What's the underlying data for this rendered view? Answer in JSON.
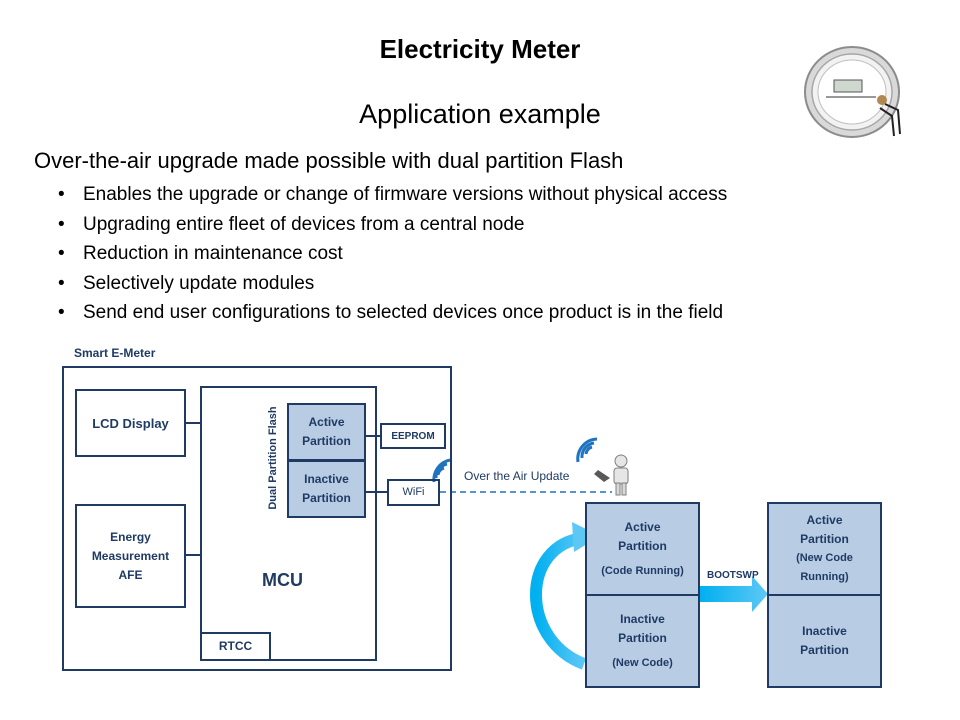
{
  "slide": {
    "title": "Electricity Meter",
    "subtitle": "Application example",
    "heading": "Over-the-air upgrade made possible with dual partition Flash",
    "bullets": [
      "Enables the upgrade or change of firmware versions without physical access",
      "Upgrading entire fleet of devices from a central node",
      "Reduction in maintenance cost",
      "Selectively update modules",
      "Send end user configurations to selected devices once product is in the field"
    ]
  },
  "diagram": {
    "meter_title": "Smart E-Meter",
    "lcd": "LCD Display",
    "afe": [
      "Energy",
      "Measurement",
      "AFE"
    ],
    "mcu": "MCU",
    "rtcc": "RTCC",
    "flash_label": "Dual Partition Flash",
    "active_partition": [
      "Active",
      "Partition"
    ],
    "inactive_partition": [
      "Inactive",
      "Partition"
    ],
    "eeprom": "EEPROM",
    "wifi": "WiFi",
    "ota": "Over the Air Update",
    "left_active": [
      "Active",
      "Partition",
      "(Code Running)"
    ],
    "left_inactive": [
      "Inactive",
      "Partition",
      "(New Code)"
    ],
    "bootswp": "BOOTSWP",
    "right_active": [
      "Active",
      "Partition",
      "(New Code",
      "Running)"
    ],
    "right_inactive": [
      "Inactive",
      "Partition"
    ]
  },
  "colors": {
    "navy": "#1f3b64",
    "partition_fill": "#b8cce4",
    "arrow_blue": "#00b0f0",
    "wifi_blue": "#1f74c0"
  },
  "icons": [
    "electricity-meter-icon",
    "wifi-signal-icon",
    "person-with-laptop-icon"
  ]
}
